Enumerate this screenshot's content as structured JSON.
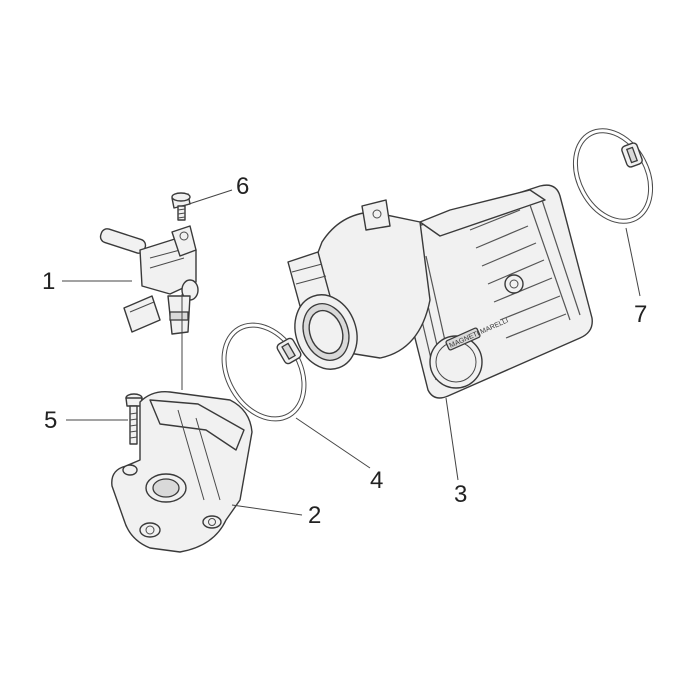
{
  "callouts": [
    {
      "id": "1",
      "label": "1"
    },
    {
      "id": "2",
      "label": "2"
    },
    {
      "id": "3",
      "label": "3"
    },
    {
      "id": "4",
      "label": "4"
    },
    {
      "id": "5",
      "label": "5"
    },
    {
      "id": "6",
      "label": "6"
    },
    {
      "id": "7",
      "label": "7"
    }
  ],
  "throttle_body_marking": "MAGNETI MARELLI",
  "colors": {
    "line": "#3a3a3a",
    "fill": "#f1f1f1",
    "background": "#ffffff"
  }
}
